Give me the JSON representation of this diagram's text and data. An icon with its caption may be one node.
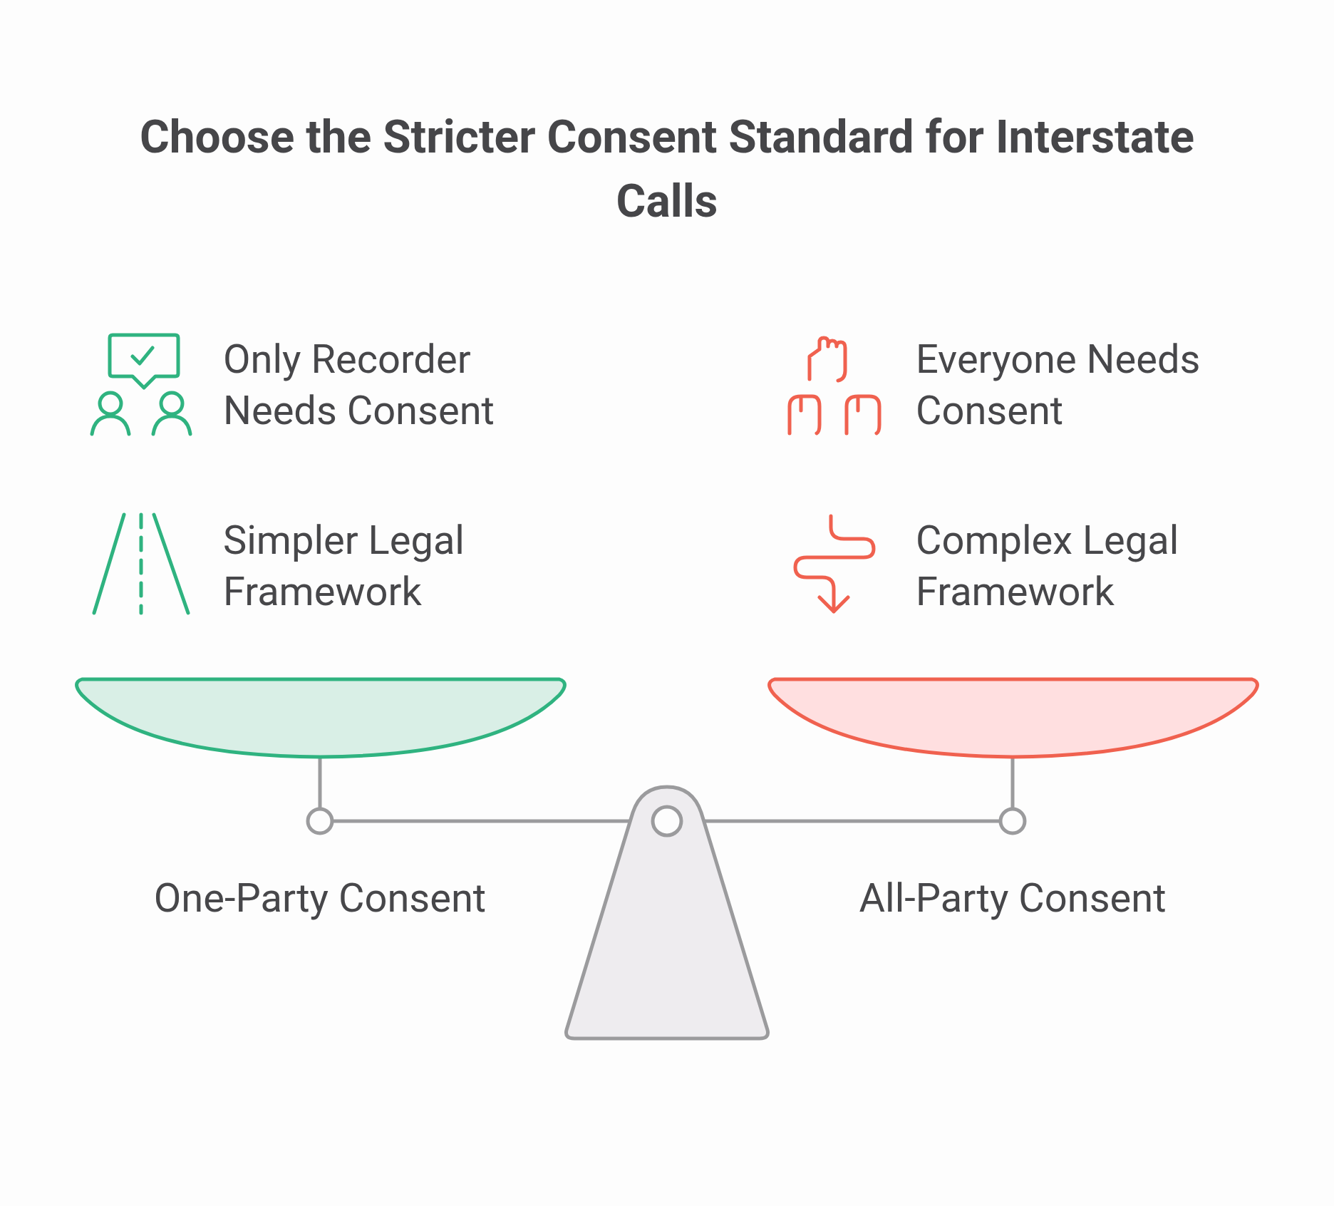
{
  "diagram": {
    "title": "Choose the Stricter Consent Standard for Interstate Calls",
    "labels": [
      "Only Recorder Needs Consent",
      "Everyone Needs Consent",
      "Simpler Legal Framework",
      "Complex Legal Framework",
      "One-Party Consent",
      "All-Party Consent"
    ]
  }
}
